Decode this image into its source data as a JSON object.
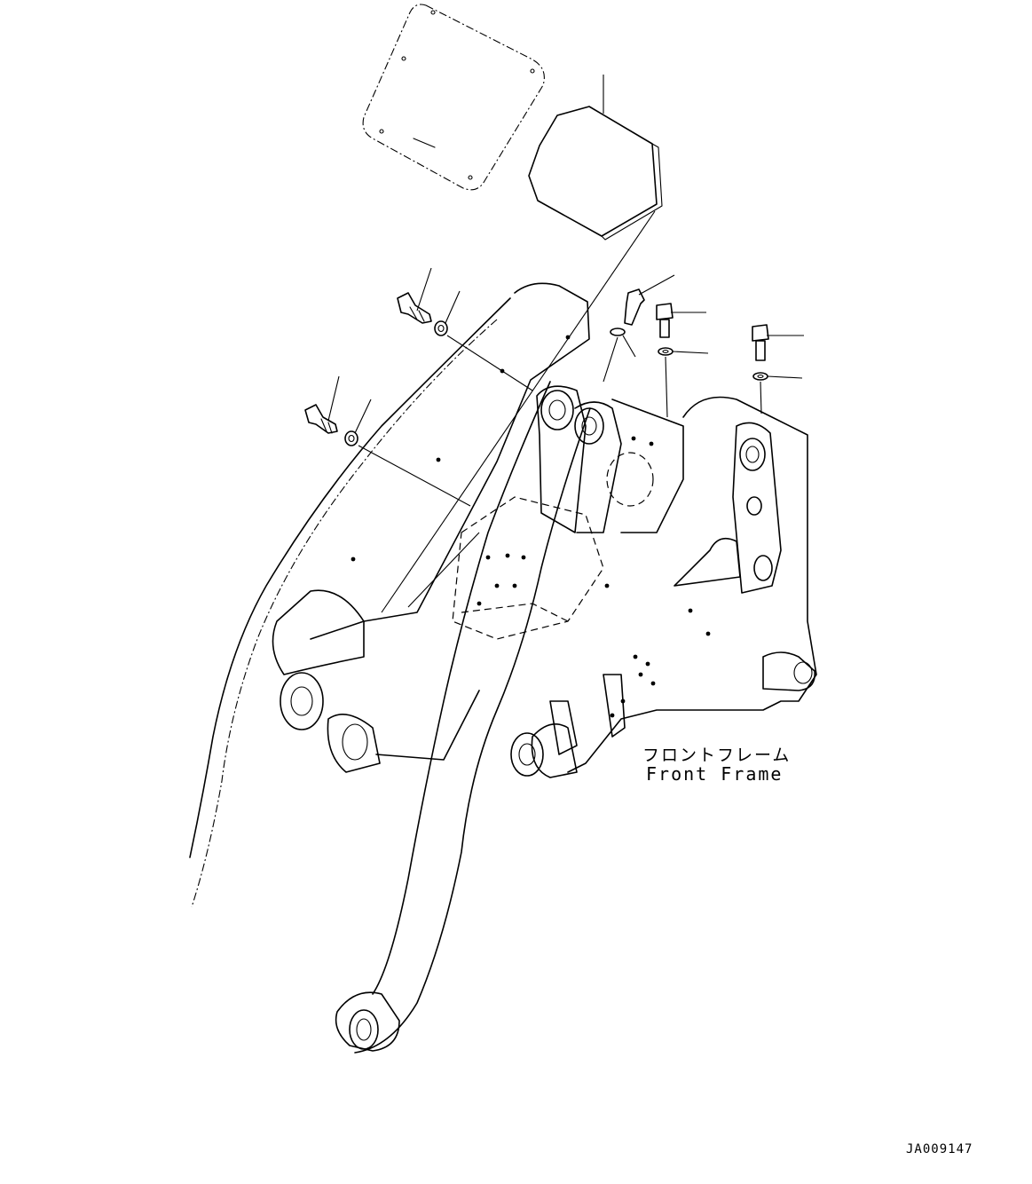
{
  "diagram": {
    "label_jp": "フロントフレーム",
    "label_en": "Front Frame",
    "drawing_id": "JA009147"
  }
}
